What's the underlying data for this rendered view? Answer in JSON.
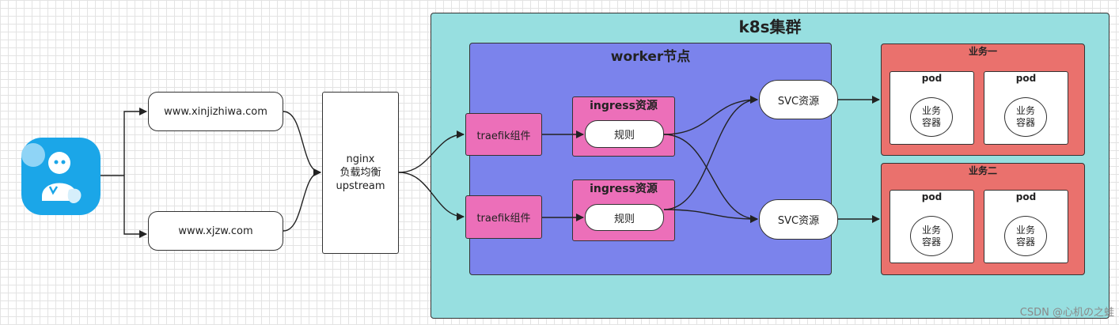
{
  "cluster_title": "k8s集群",
  "worker_title": "worker节点",
  "domains": [
    "www.xinjizhiwa.com",
    "www.xjzw.com"
  ],
  "nginx": {
    "line1": "nginx",
    "line2": "负载均衡",
    "line3": "upstream"
  },
  "traefik": [
    "traefik组件",
    "traefik组件"
  ],
  "ingress": {
    "title": "ingress资源",
    "rule": "规则"
  },
  "svc": "SVC资源",
  "businesses": [
    {
      "title": "业务一",
      "pod": "pod",
      "container_line1": "业务",
      "container_line2": "容器"
    },
    {
      "title": "业务二",
      "pod": "pod",
      "container_line1": "业务",
      "container_line2": "容器"
    }
  ],
  "watermark": "CSDN @心机の之蛙",
  "colors": {
    "cluster": "#97dfe0",
    "worker": "#7b83ec",
    "business": "#ea716d",
    "component": "#ec6fb9",
    "user_icon": "#1ba6e8"
  }
}
